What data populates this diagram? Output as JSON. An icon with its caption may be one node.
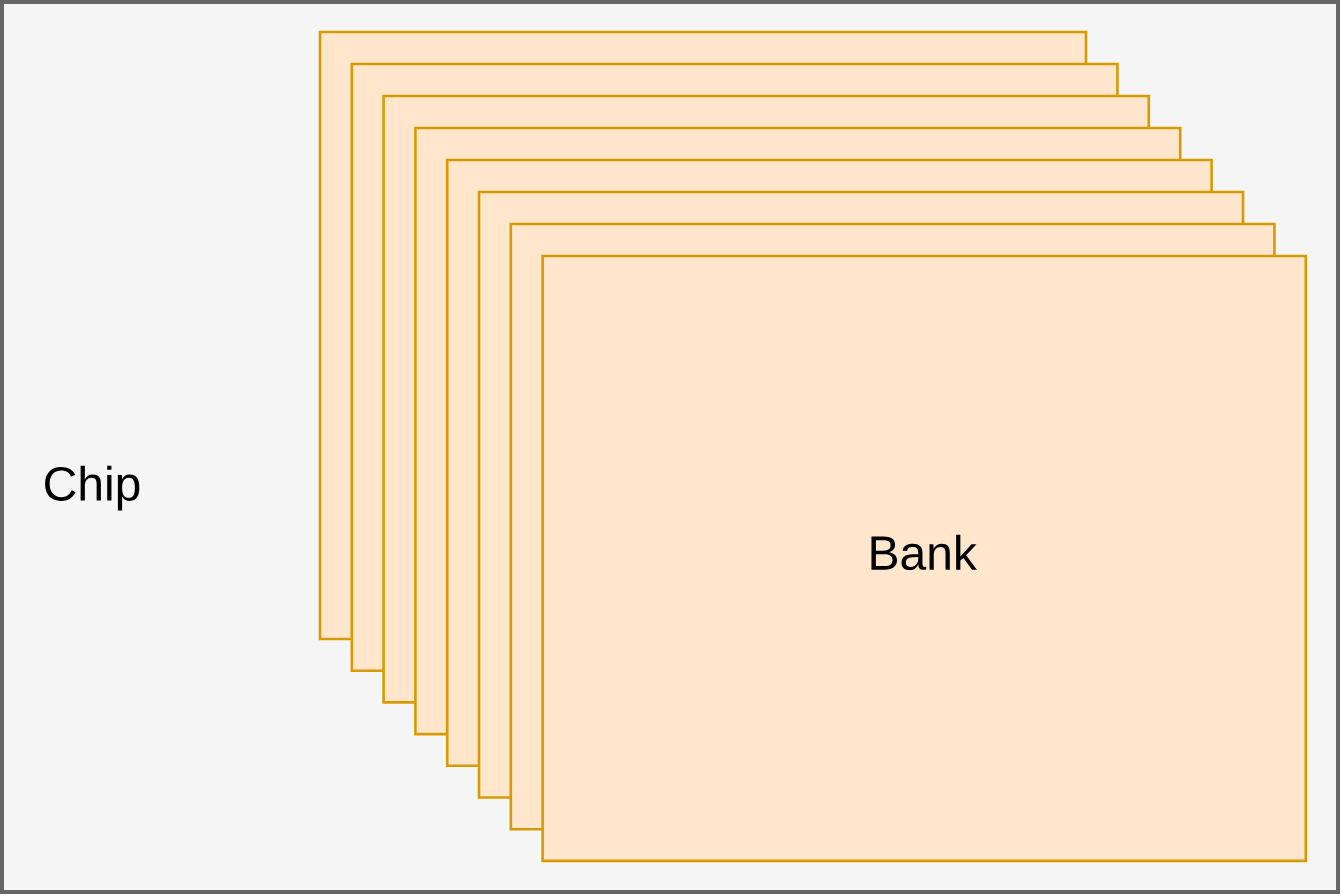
{
  "diagram": {
    "nodes": [
      {
        "text": [
          "Chip"
        ]
      },
      {
        "text": [],
        "shape": "box",
        "in": 0
      },
      {
        "text": [],
        "shape": "box",
        "in": 0
      },
      {
        "text": [],
        "shape": "box",
        "in": 0
      },
      {
        "text": [],
        "shape": "box",
        "in": 0
      },
      {
        "text": [],
        "shape": "box",
        "in": 0
      },
      {
        "text": [],
        "shape": "box",
        "in": 0
      },
      {
        "text": [],
        "shape": "box",
        "in": 0
      },
      {
        "text": [
          "Bank"
        ],
        "in": 0
      }
    ]
  }
}
